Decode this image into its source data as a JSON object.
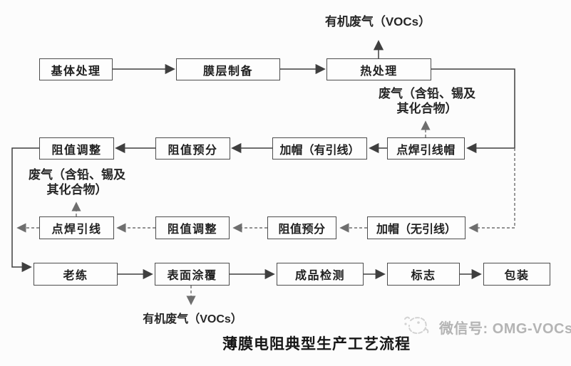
{
  "diagram": {
    "title": "薄膜电阻典型生产工艺流程",
    "nodes": {
      "substrate": "基体处理",
      "film_prep": "膜层制备",
      "heat_treat": "热处理",
      "adjust_leaded": "阻值调整",
      "presort_leaded": "阻值预分",
      "cap_leaded": "加帽（有引线）",
      "weld_cap": "点焊引线帽",
      "weld_lead": "点焊引线",
      "adjust_leadless": "阻值调整",
      "presort_leadless": "阻值预分",
      "cap_leadless": "加帽（无引线）",
      "aging": "老练",
      "coating": "表面涂覆",
      "inspection": "成品检测",
      "marking": "标志",
      "packaging": "包装"
    },
    "emissions": {
      "voc_top": "有机废气（VOCs）",
      "waste_right_l1": "废气（含铅、锡及",
      "waste_right_l2": "其化合物）",
      "waste_left_l1": "废气（含铅、锡及",
      "waste_left_l2": "其化合物）",
      "voc_bottom": "有机废气（VOCs）"
    },
    "watermark": "微信号: OMG-VOCs",
    "icons": {
      "watermark_logo": "scribble-face-icon"
    }
  },
  "colors": {
    "box_border": "#4d4d4d",
    "arrow": "#3f3f3f",
    "arrow_dashed": "#6e6e6e",
    "watermark": "#b4b4b4"
  }
}
